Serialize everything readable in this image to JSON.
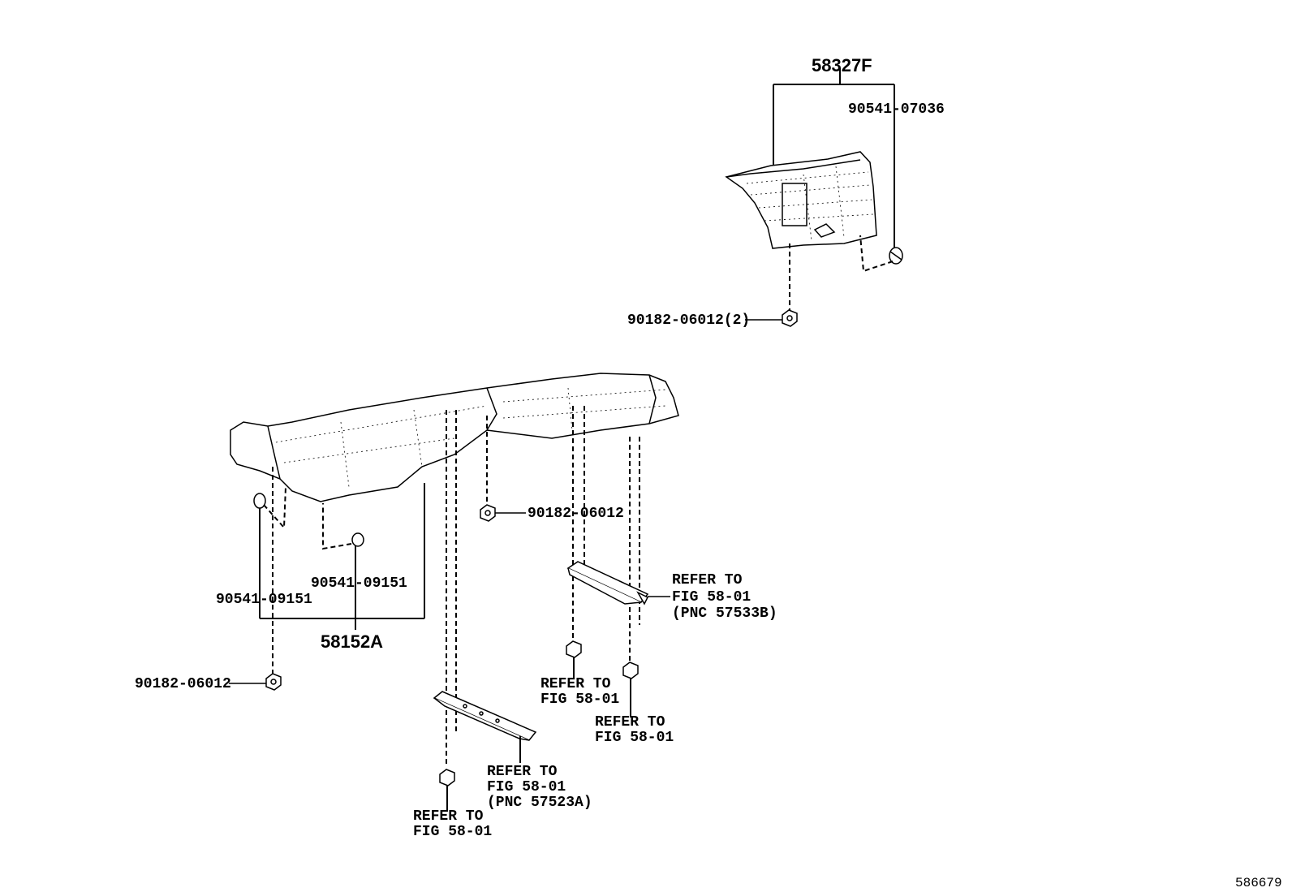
{
  "labels": {
    "heat_insulator_upper": "58327F",
    "clip_upper": "90541-07036",
    "nut_upper": "90182-06012(2)",
    "heat_insulator_lower": "58152A",
    "clip_lower_left": "90541-09151",
    "clip_lower_mid": "90541-09151",
    "nut_lower_left": "90182-06012",
    "nut_lower_mid": "90182-06012",
    "ref_b_1": "REFER TO",
    "ref_b_2": "FIG 58-01",
    "ref_b_3": "(PNC 57533B)",
    "ref_bolt_mid_1": "REFER TO",
    "ref_bolt_mid_2": "FIG 58-01",
    "ref_bolt_right_1": "REFER TO",
    "ref_bolt_right_2": "FIG 58-01",
    "ref_a_1": "REFER TO",
    "ref_a_2": "FIG 58-01",
    "ref_a_3": "(PNC 57523A)",
    "ref_bolt_bottom_1": "REFER TO",
    "ref_bolt_bottom_2": "FIG 58-01"
  },
  "figure_number": "586679"
}
